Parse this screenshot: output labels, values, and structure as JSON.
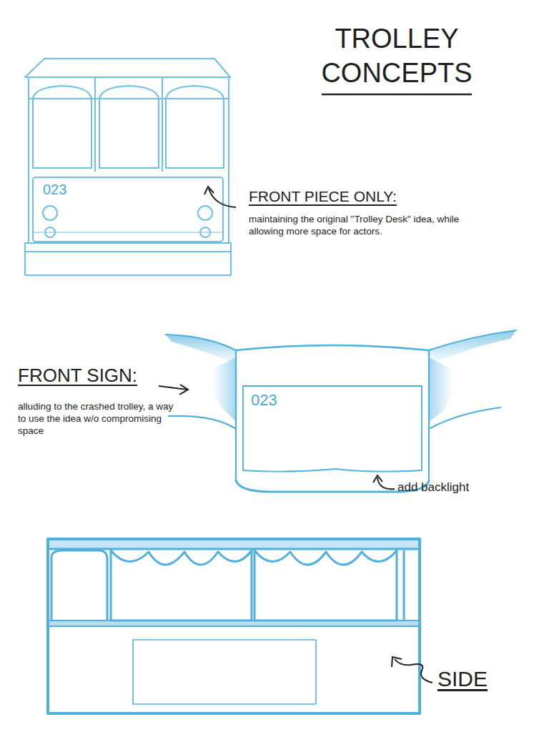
{
  "diagram": {
    "title": "TROLLEY CONCEPTS",
    "labels": [
      "023",
      "FRONT PIECE ONLY:",
      "maintaining the original \"Trolley Desk\" idea, while allowing more space for actors.",
      "FRONT SIGN:",
      "alluding to the crashed trolley, a way to use the idea w/o compromising space",
      "023",
      "add backlight",
      "SIDE"
    ]
  }
}
